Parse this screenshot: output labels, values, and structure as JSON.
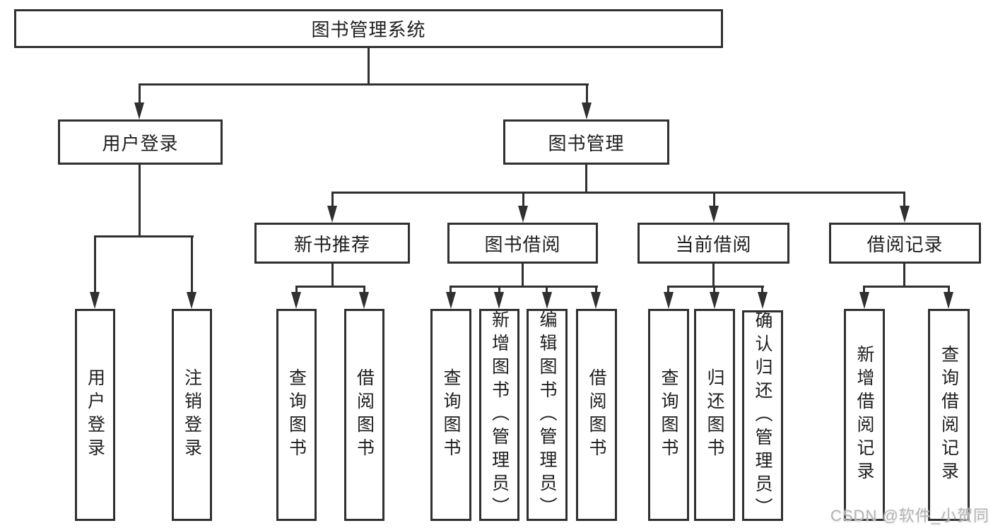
{
  "tree": {
    "root": "图书管理系统",
    "children": [
      {
        "label": "用户登录",
        "children": [
          "用户登录",
          "注销登录"
        ]
      },
      {
        "label": "图书管理",
        "children": [
          {
            "label": "新书推荐",
            "children": [
              "查询图书",
              "借阅图书"
            ]
          },
          {
            "label": "图书借阅",
            "children": [
              "查询图书",
              "新增图书（管理员）",
              "编辑图书（管理员）",
              "借阅图书"
            ]
          },
          {
            "label": "当前借阅",
            "children": [
              "查询图书",
              "归还图书",
              "确认归还（管理员）"
            ]
          },
          {
            "label": "借阅记录",
            "children": [
              "新增借阅记录",
              "查询借阅记录"
            ]
          }
        ]
      }
    ]
  },
  "watermark": "CSDN @软件_小贺同学",
  "colors": {
    "line": "#303030",
    "text": "#1e1e1e",
    "background": "#ffffff",
    "watermark": "#b4b4b4"
  }
}
